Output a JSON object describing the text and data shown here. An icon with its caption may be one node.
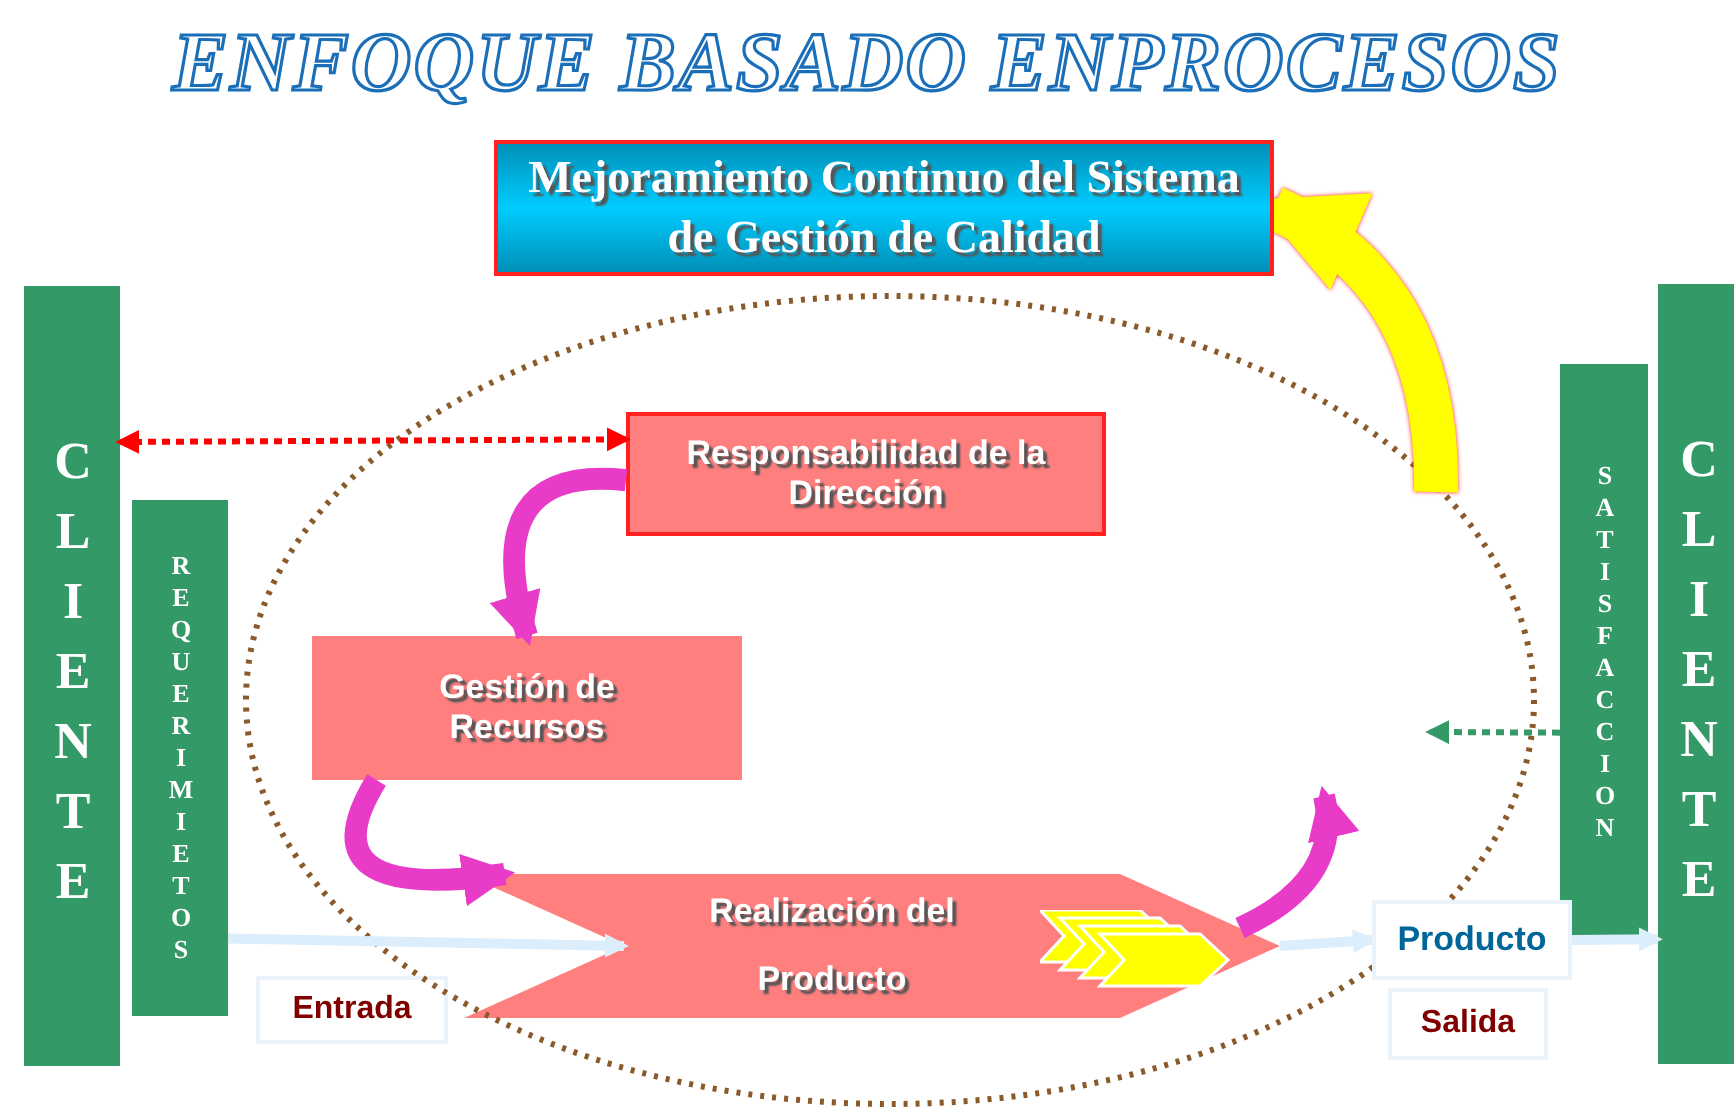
{
  "diagram": {
    "title": "ENFOQUE BASADO ENPROCESOS",
    "nodes": [
      {
        "text": [
          "Mejoramiento Continuo del Sistema de Gestión de Calidad"
        ]
      },
      {
        "text": [
          "CLIENTE"
        ]
      },
      {
        "text": [
          "REQUERIMIETOS"
        ]
      },
      {
        "text": [
          "Responsabilidad de la Dirección"
        ]
      },
      {
        "text": [
          "Gestión de Recursos"
        ]
      },
      {
        "text": [
          "Realización del Producto"
        ]
      },
      {
        "text": [
          "Entrada"
        ]
      },
      {
        "text": [
          "Producto"
        ]
      },
      {
        "text": [
          "Salida"
        ]
      },
      {
        "text": [
          "SATISFACCION"
        ]
      },
      {
        "text": [
          "CLIENTE"
        ]
      }
    ],
    "edges": [
      {
        "from": 1,
        "to": 3,
        "arrow": "both",
        "style": "dashed",
        "color": "#ff0000"
      },
      {
        "from": 3,
        "to": 4,
        "arrow": "to",
        "style": "thick"
      },
      {
        "from": 4,
        "to": 5,
        "arrow": "to",
        "style": "thick"
      },
      {
        "from": 5,
        "to": null,
        "arrow": "to",
        "style": "thick"
      },
      {
        "from": 2,
        "to": 5,
        "arrow": "to",
        "color": "#dceefc"
      },
      {
        "from": 5,
        "to": 7,
        "arrow": "to",
        "color": "#dceefc"
      },
      {
        "from": 7,
        "to": 10,
        "arrow": "to",
        "color": "#dceefc"
      },
      {
        "from": 9,
        "to": null,
        "arrow": "to",
        "style": "dashed",
        "color": "#339966"
      },
      {
        "from": null,
        "to": 0,
        "arrow": "to",
        "style": "thick",
        "color": "#ffff00"
      }
    ]
  }
}
